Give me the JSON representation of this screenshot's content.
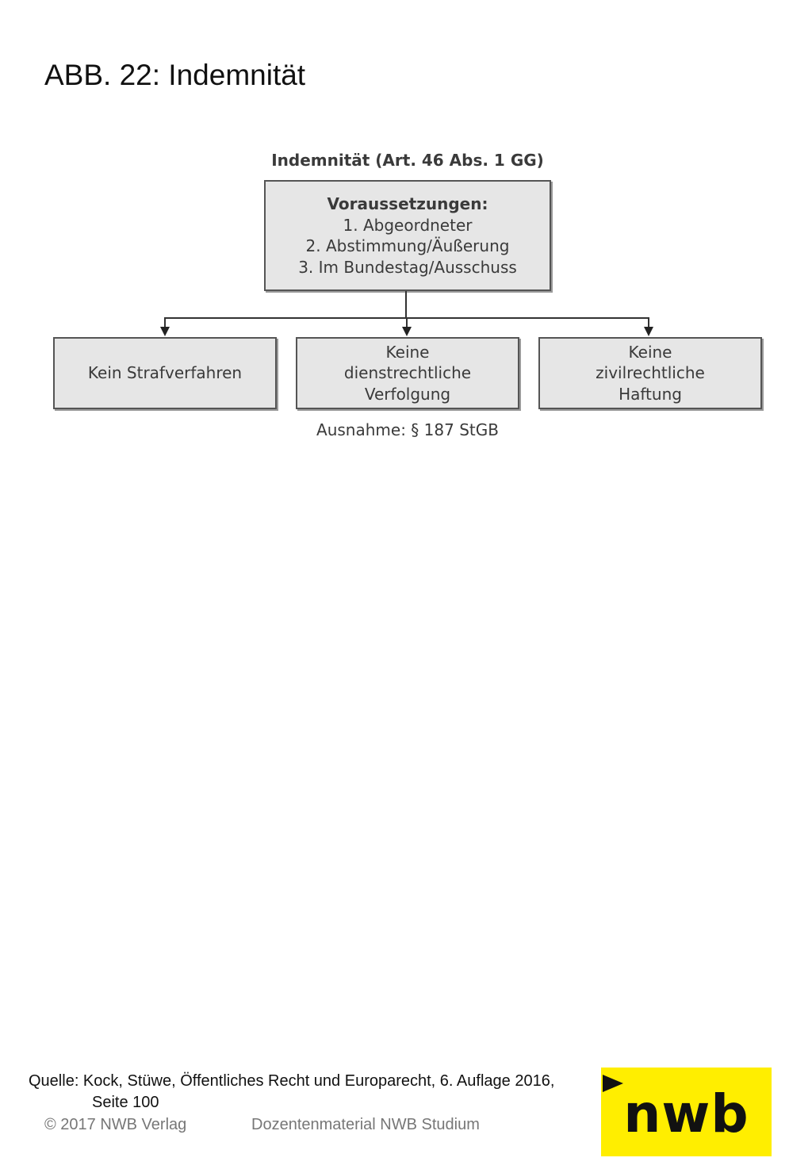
{
  "page": {
    "title": "ABB. 22: Indemnität"
  },
  "diagram": {
    "heading": "Indemnität (Art. 46 Abs. 1 GG)",
    "top_box": {
      "heading": "Voraussetzungen:",
      "items": [
        "1. Abgeordneter",
        "2. Abstimmung/Äußerung",
        "3. Im Bundestag/Ausschuss"
      ]
    },
    "consequences": [
      {
        "lines": [
          "Kein Strafverfahren"
        ]
      },
      {
        "lines": [
          "Keine",
          "dienstrechtliche",
          "Verfolgung"
        ]
      },
      {
        "lines": [
          "Keine",
          "zivilrechtliche",
          "Haftung"
        ]
      }
    ],
    "note": "Ausnahme: § 187 StGB",
    "colors": {
      "box_fill": "#e6e6e6",
      "box_border": "#555555",
      "text": "#3a3a3a"
    }
  },
  "footer": {
    "source_line1": "Quelle: Kock, Stüwe, Öffentliches Recht und Europarecht, 6. Auflage 2016,",
    "source_line2": "Seite 100",
    "copyright": "© 2017 NWB Verlag",
    "description": "Dozentenmaterial NWB Studium",
    "logo_text": "nwb",
    "logo_color": "#ffee00",
    "next_icon": "play-arrow-icon"
  }
}
